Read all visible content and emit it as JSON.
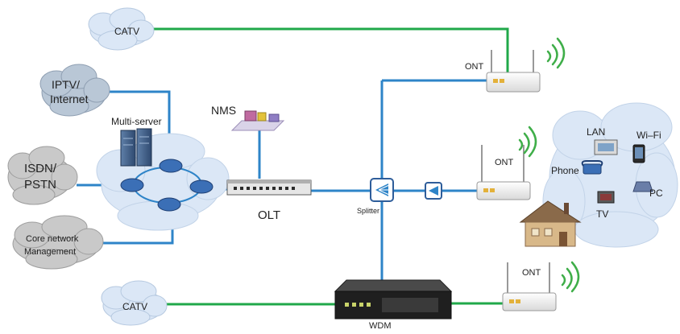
{
  "labels": {
    "catv_top": "CATV",
    "iptv_line1": "IPTV/",
    "iptv_line2": "Internet",
    "isdn_line1": "ISDN/",
    "isdn_line2": "PSTN",
    "core_line1": "Core network",
    "core_line2": "Management",
    "multiserver": "Multi-server",
    "nms": "NMS",
    "olt": "OLT",
    "splitter": "Splitter",
    "ont_top": "ONT",
    "ont_mid": "ONT",
    "ont_bottom": "ONT",
    "catv_bottom": "CATV",
    "wdm": "WDM",
    "lan": "LAN",
    "wifi": "Wi–Fi",
    "phone": "Phone",
    "pc": "PC",
    "tv": "TV"
  },
  "colors": {
    "blue_link": "#2e84c8",
    "green_link": "#20a84a",
    "cloud_fill": "#dbe7f6",
    "gray_cloud": "#c9c9c9",
    "wifi_green": "#3fae49"
  }
}
